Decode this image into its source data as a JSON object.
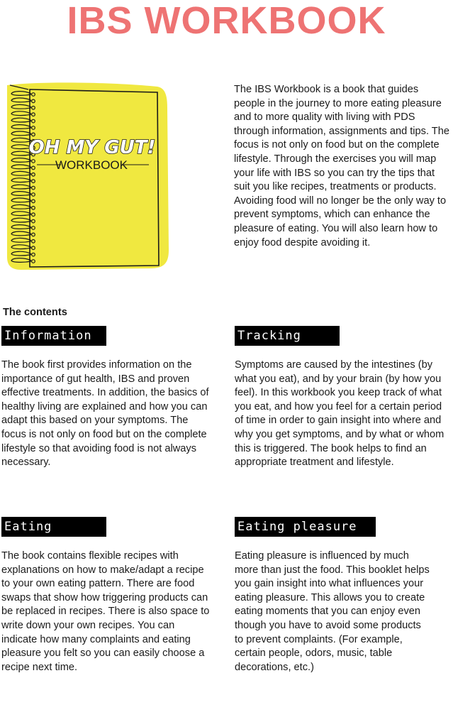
{
  "title": "IBS WORKBOOK",
  "notebook": {
    "cover_title": "OH MY GUT!",
    "cover_subtitle": "WORKBOOK",
    "cover_color": "#f0e840"
  },
  "intro": {
    "paragraph1": "The IBS Workbook is a book that guides people in the journey to more eating pleasure and to more quality with living with PDS through information, assignments and tips. The focus is not only on food but on the complete lifestyle. Through the exercises you will map your life with IBS so you can try the tips that suit you like recipes, treatments or products.",
    "paragraph2": "Avoiding food will no longer be the only way to prevent symptoms, which can enhance the pleasure of eating. You will also learn how to enjoy food despite avoiding it."
  },
  "contents_heading": "The contents",
  "sections": {
    "information": {
      "label": "Information",
      "text": "The book first provides information on the importance of gut health, IBS and proven effective treatments. In addition, the basics of healthy living are explained and how you can adapt this based on your symptoms. The focus is not only on food but on the complete lifestyle so that avoiding food is not always necessary."
    },
    "tracking": {
      "label": "Tracking",
      "text": "Symptoms are caused by the intestines (by what you eat), and by your brain (by how you feel). In this workbook you keep track of what you eat, and how you feel for a certain period of time in order to gain insight into where and why you get symptoms, and by what or whom this is triggered. The book helps to find an appropriate treatment and lifestyle."
    },
    "eating": {
      "label": "Eating",
      "text": "The book contains flexible recipes with explanations on how to make/adapt a recipe to your own eating pattern. There are food swaps that show how triggering products can be replaced in recipes. There is also space to write down your own recipes. You can indicate how many complaints and eating pleasure you felt so you can easily choose a recipe next time."
    },
    "eating_pleasure": {
      "label": "Eating pleasure",
      "text": "Eating pleasure is influenced by much more than just the food. This booklet helps you gain insight into what influences your eating pleasure. This allows you to create eating moments that you can enjoy even though you have to avoid some products to prevent complaints. (For example, certain people, odors, music, table decorations, etc.)"
    }
  },
  "colors": {
    "title": "#ee7373",
    "label_bg": "#000000",
    "label_text": "#ffffff"
  }
}
